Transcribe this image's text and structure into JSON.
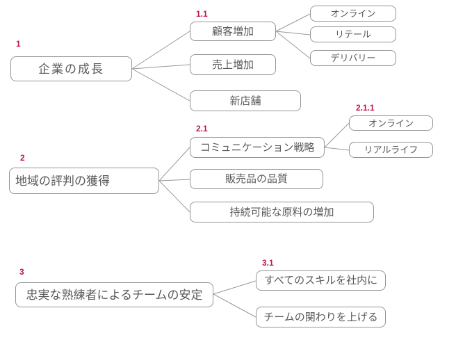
{
  "diagram": {
    "type": "mindmap",
    "background_color": "#ffffff",
    "label_color": "#c01355",
    "node_border_color": "#949494",
    "node_text_color": "#595959",
    "connector_color": "#999999",
    "trees": [
      {
        "label": "1",
        "text": "企業の成長",
        "children": [
          {
            "label": "1.1",
            "text": "顧客増加",
            "children": [
              {
                "text": "オンライン"
              },
              {
                "text": "リテール"
              },
              {
                "text": "デリバリー"
              }
            ]
          },
          {
            "text": "売上増加"
          },
          {
            "text": "新店舗"
          }
        ]
      },
      {
        "label": "2",
        "text": "地域の評判の獲得",
        "children": [
          {
            "label": "2.1",
            "text": "コミュニケーション戦略",
            "children": [
              {
                "label": "2.1.1",
                "text": "オンライン"
              },
              {
                "text": "リアルライフ"
              }
            ]
          },
          {
            "text": "販売品の品質"
          },
          {
            "text": "持続可能な原料の増加"
          }
        ]
      },
      {
        "label": "3",
        "text": "忠実な熟練者によるチームの安定",
        "children": [
          {
            "label": "3.1",
            "text": "すべてのスキルを社内に"
          },
          {
            "text": "チームの関わりを上げる"
          }
        ]
      }
    ]
  }
}
